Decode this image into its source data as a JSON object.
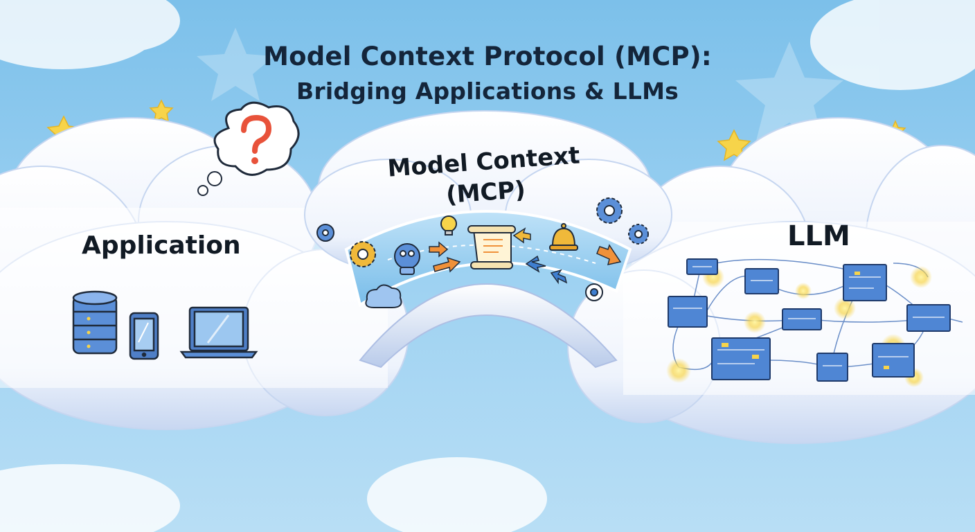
{
  "title": {
    "line1": "Model Context Protocol (MCP):",
    "line2": "Bridging Applications & LLMs"
  },
  "left_cloud": {
    "label": "Application",
    "icons": [
      "database-icon",
      "smartphone-icon",
      "laptop-icon"
    ],
    "thought_bubble_icon": "question-mark-icon"
  },
  "bridge": {
    "label_line1": "Model Context",
    "label_line2": "(MCP)",
    "icons": [
      "gear-icon",
      "gear-icon",
      "robot-icon",
      "document-scroll-icon",
      "lightbulb-icon",
      "bell-icon",
      "cloud-data-icon",
      "eye-icon",
      "arrow-right-icon",
      "arrow-left-icon"
    ]
  },
  "right_cloud": {
    "label": "LLM",
    "icons": [
      "neural-network-icon",
      "gear-icon"
    ]
  },
  "colors": {
    "sky_top": "#7cc0ea",
    "sky_bottom": "#b8def5",
    "cloud": "#ffffff",
    "cloud_shadow": "#c6d6f0",
    "title_text": "#14253a",
    "accent_orange": "#f0913a",
    "accent_yellow": "#f7d44a",
    "node_blue": "#3f7fd0"
  }
}
